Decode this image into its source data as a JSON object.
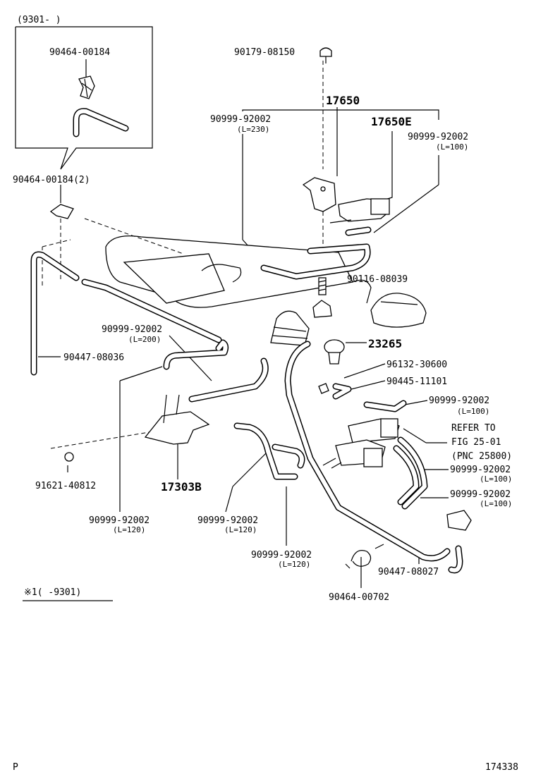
{
  "inset": {
    "range": "(9301-      )",
    "part": "90464-00184"
  },
  "labels": {
    "p90464_00184_2": "90464-00184(2)",
    "p90447_08036": "90447-08036",
    "p91621_40812": "91621-40812",
    "p17303B": "17303B",
    "p90999_92002_l120_a": "90999-92002",
    "p_l120_a": "(L=120)",
    "p90999_92002_l120_b": "90999-92002",
    "p_l120_b": "(L=120)",
    "p90999_92002_l120_c": "90999-92002",
    "p_l120_c": "(L=120)",
    "p90999_92002_l200": "90999-92002",
    "p_l200": "(L=200)",
    "p90179_08150": "90179-08150",
    "p17650": "17650",
    "p17650E": "17650E",
    "p90999_92002_l230": "90999-92002",
    "p_l230": "(L=230)",
    "p90999_92002_l100_a": "90999-92002",
    "p_l100_a": "(L=100)",
    "p90116_08039": "90116-08039",
    "p23265": "23265",
    "p96132_30600": "96132-30600",
    "p90445_11101": "90445-11101",
    "p90999_92002_l100_b": "90999-92002",
    "p_l100_b": "(L=100)",
    "refer1": "REFER TO",
    "refer2": "FIG 25-01",
    "refer3": "(PNC 25800)",
    "p90999_92002_l100_c": "90999-92002",
    "p_l100_c": "(L=100)",
    "p90999_92002_l100_d": "90999-92002",
    "p_l100_d": "(L=100)",
    "p90447_08027": "90447-08027",
    "p90464_00702": "90464-00702"
  },
  "footnote": "※1(    -9301)",
  "footer": {
    "left": "P",
    "right": "174338"
  }
}
